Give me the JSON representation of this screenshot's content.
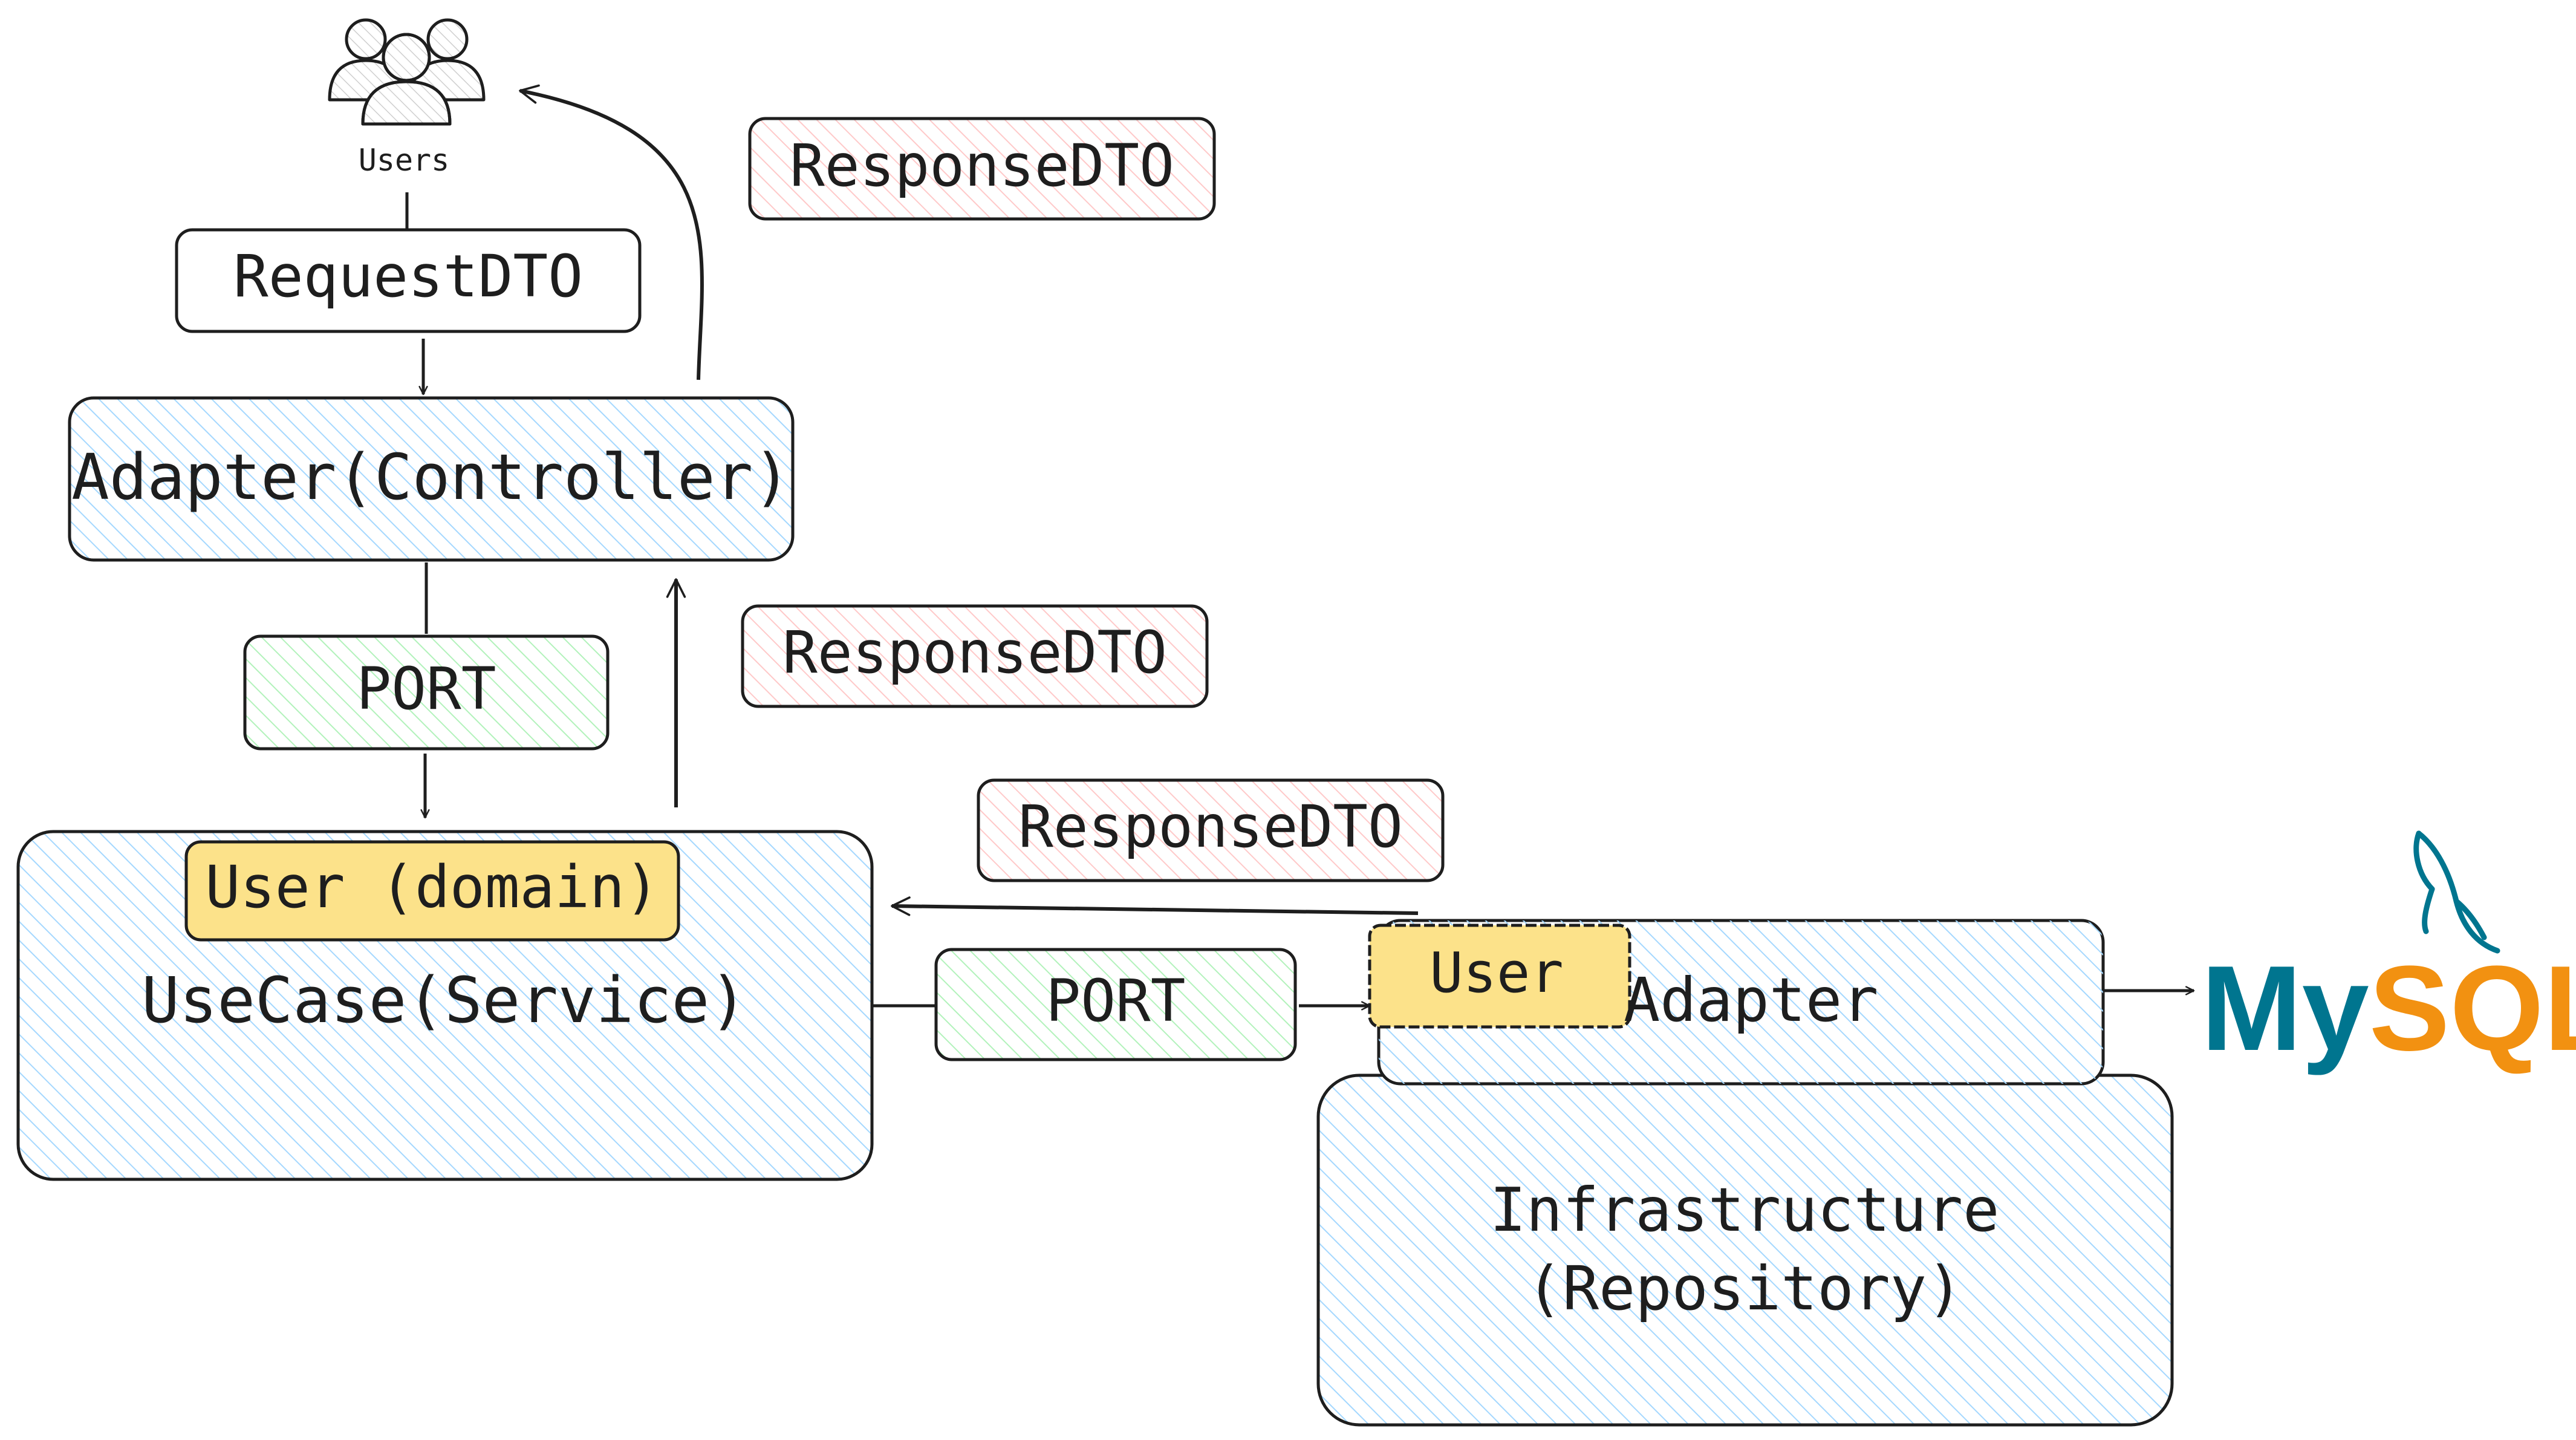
{
  "users": {
    "label": "Users"
  },
  "request_dto": {
    "label": "RequestDTO"
  },
  "response_dtos": [
    {
      "label": "ResponseDTO"
    },
    {
      "label": "ResponseDTO"
    },
    {
      "label": "ResponseDTO"
    }
  ],
  "controller": {
    "label": "Adapter(Controller)"
  },
  "ports": [
    {
      "label": "PORT"
    },
    {
      "label": "PORT"
    }
  ],
  "usecase": {
    "label": "UseCase(Service)",
    "domain_label": "User (domain)"
  },
  "persistence_adapter": {
    "label": "Adapter",
    "entity_label": "User"
  },
  "infrastructure": {
    "line1": "Infrastructure",
    "line2": "(Repository)"
  },
  "database": {
    "brand_part1": "My",
    "brand_part2": "SQL",
    "color_part1": "#00758f",
    "color_part2": "#f29111"
  },
  "colors": {
    "stroke": "#1e1e1e",
    "blue_fill": "#a5d8ff",
    "green_fill": "#b2f2bb",
    "red_fill": "#ffc9c9",
    "yellow_fill": "#ffec99",
    "yellow_solid": "#fce28a"
  }
}
